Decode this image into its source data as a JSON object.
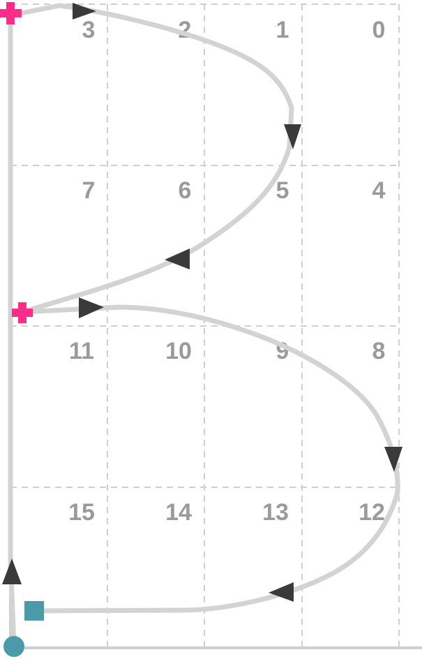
{
  "colors": {
    "grid": "#cfcfcf",
    "path": "#d3d3d3",
    "arrow": "#3a3a3a",
    "cell_number": "#9a9a9a",
    "waypoint": "#ff2d8a",
    "start": "#4a9aaa",
    "end": "#4a9aaa"
  },
  "cells": [
    {
      "label": "0"
    },
    {
      "label": "1"
    },
    {
      "label": "2"
    },
    {
      "label": "3"
    },
    {
      "label": "4"
    },
    {
      "label": "5"
    },
    {
      "label": "6"
    },
    {
      "label": "7"
    },
    {
      "label": "8"
    },
    {
      "label": "9"
    },
    {
      "label": "10"
    },
    {
      "label": "11"
    },
    {
      "label": "12"
    },
    {
      "label": "13"
    },
    {
      "label": "14"
    },
    {
      "label": "15"
    }
  ],
  "markers": {
    "start": "circle-marker",
    "end": "square-marker",
    "waypoints": [
      "cross-marker",
      "cross-marker"
    ]
  }
}
